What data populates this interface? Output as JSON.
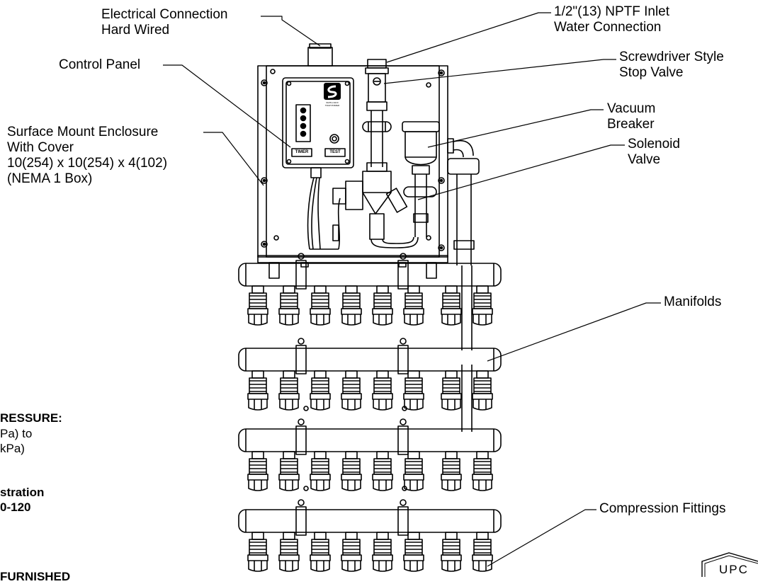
{
  "callouts": {
    "electrical": [
      "Electrical Connection",
      "Hard Wired"
    ],
    "inlet": [
      "1/2\"(13) NPTF Inlet",
      "Water Connection"
    ],
    "control_panel": [
      "Control Panel"
    ],
    "stop_valve": [
      "Screwdriver Style",
      "Stop Valve"
    ],
    "vacuum_breaker": [
      "Vacuum",
      "Breaker"
    ],
    "enclosure": [
      "Surface Mount Enclosure",
      "With Cover",
      "10(254) x 10(254) x 4(102)",
      "(NEMA 1 Box)"
    ],
    "solenoid": [
      "Solenoid",
      "Valve"
    ],
    "manifolds": [
      "Manifolds"
    ],
    "compression": [
      "Compression Fittings"
    ]
  },
  "panel": {
    "timer_label": "TIMER",
    "test_label": "TEST",
    "brand_small": "SMITH-SIOX",
    "brand_small2": "TRAP PRIMER"
  },
  "side_notes": {
    "pressure_heading": "RESSURE:",
    "pressure_line1": "Pa) to",
    "pressure_line2": "kPa)",
    "registration_line1": "stration",
    "registration_line2": "0-120",
    "furnished": "FURNISHED"
  },
  "cert_mark": {
    "text": "UPC"
  },
  "manifold": {
    "rows": 4,
    "fittings_per_row": 8
  }
}
